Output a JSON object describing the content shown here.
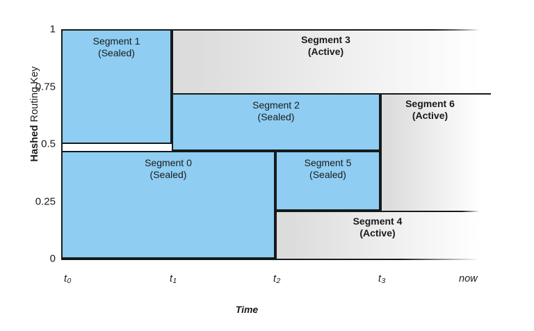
{
  "chart_data": {
    "type": "diagram",
    "title": "",
    "xlabel": "Time",
    "ylabel_bold": "Hashed",
    "ylabel_rest": " Routing Key",
    "xticks": [
      {
        "label": "t",
        "sub": "0",
        "value": 0
      },
      {
        "label": "t",
        "sub": "1",
        "value": 1
      },
      {
        "label": "t",
        "sub": "2",
        "value": 2
      },
      {
        "label": "t",
        "sub": "3",
        "value": 3
      },
      {
        "label": "now",
        "sub": "",
        "value": 4
      }
    ],
    "yticks": [
      "1",
      "0.75",
      "0.5",
      "0.25",
      "0"
    ],
    "ylim": [
      0,
      1
    ],
    "grid": false,
    "legend": "none",
    "colors": {
      "sealed_fill": "#8fcdf2",
      "active_fill_start": "#dcdcdc",
      "active_fill_end": "#ffffff",
      "border": "#16191c"
    },
    "segments": [
      {
        "id": "segment-0",
        "name": "Segment 0",
        "state": "(Sealed)",
        "status": "sealed",
        "x_start": "t0",
        "x_end": "t2",
        "key_start": 0.0,
        "key_end": 0.47
      },
      {
        "id": "segment-1",
        "name": "Segment 1",
        "state": "(Sealed)",
        "status": "sealed",
        "x_start": "t0",
        "x_end": "t1",
        "key_start": 0.5,
        "key_end": 1.0
      },
      {
        "id": "segment-2",
        "name": "Segment 2",
        "state": "(Sealed)",
        "status": "sealed",
        "x_start": "t1",
        "x_end": "t3",
        "key_start": 0.47,
        "key_end": 0.72
      },
      {
        "id": "segment-3",
        "name": "Segment 3",
        "state": "(Active)",
        "status": "active",
        "x_start": "t1",
        "x_end": "now",
        "key_start": 0.72,
        "key_end": 1.0
      },
      {
        "id": "segment-4",
        "name": "Segment 4",
        "state": "(Active)",
        "status": "active",
        "x_start": "t2",
        "x_end": "now",
        "key_start": 0.0,
        "key_end": 0.21
      },
      {
        "id": "segment-5",
        "name": "Segment 5",
        "state": "(Sealed)",
        "status": "sealed",
        "x_start": "t2",
        "x_end": "t3",
        "key_start": 0.21,
        "key_end": 0.47
      },
      {
        "id": "segment-6",
        "name": "Segment 6",
        "state": "(Active)",
        "status": "active",
        "x_start": "t3",
        "x_end": "now",
        "key_start": 0.21,
        "key_end": 0.72
      }
    ]
  }
}
